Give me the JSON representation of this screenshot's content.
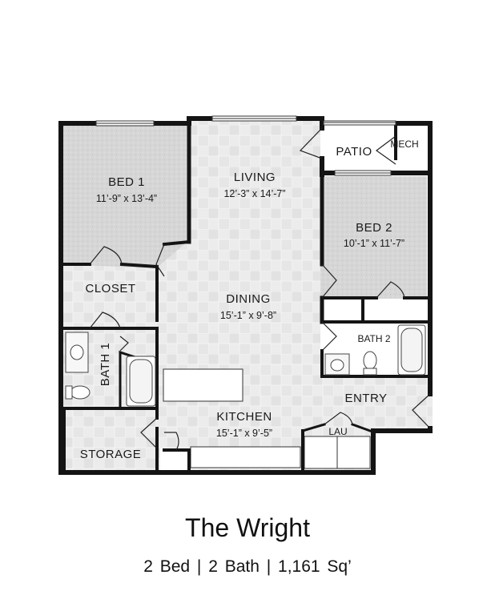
{
  "plan": {
    "rooms": {
      "bed1": {
        "name": "BED 1",
        "dims": "11’-9” x 13’-4”"
      },
      "living": {
        "name": "LIVING",
        "dims": "12’-3” x 14’-7”"
      },
      "patio": {
        "name": "PATIO"
      },
      "mech": {
        "name": "MECH"
      },
      "bed2": {
        "name": "BED 2",
        "dims": "10’-1” x 11’-7”"
      },
      "closet": {
        "name": "CLOSET"
      },
      "dining": {
        "name": "DINING",
        "dims": "15’-1” x 9’-8”"
      },
      "bath1": {
        "name": "BATH 1"
      },
      "bath2": {
        "name": "BATH 2"
      },
      "entry": {
        "name": "ENTRY"
      },
      "kitchen": {
        "name": "KITCHEN",
        "dims": "15’-1” x 9’-5”"
      },
      "lau": {
        "name": "LAU"
      },
      "storage": {
        "name": "STORAGE"
      }
    },
    "colors": {
      "wall": "#141414",
      "carpet": "#d9d9d9",
      "tile_light": "#eeeeee",
      "tile_dark": "#dedede"
    }
  },
  "footer": {
    "title": "The Wright",
    "details": "2 Bed  |  2 Bath  |   1,161 Sq’"
  }
}
